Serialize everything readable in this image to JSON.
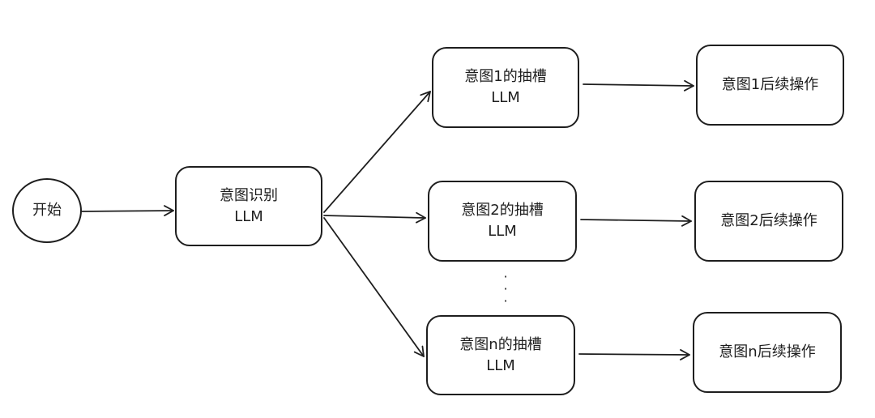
{
  "nodes": {
    "start": {
      "label": "开始"
    },
    "intent": {
      "line1": "意图识别",
      "line2": "LLM"
    },
    "slot1": {
      "line1": "意图1的抽槽",
      "line2": "LLM"
    },
    "slot2": {
      "line1": "意图2的抽槽",
      "line2": "LLM"
    },
    "slotn": {
      "line1": "意图n的抽槽",
      "line2": "LLM"
    },
    "follow1": {
      "label": "意图1后续操作"
    },
    "follow2": {
      "label": "意图2后续操作"
    },
    "followN": {
      "label": "意图n后续操作"
    }
  },
  "ellipsis": "·\n·\n·",
  "colors": {
    "stroke": "#1e1e1e",
    "background": "#ffffff"
  }
}
